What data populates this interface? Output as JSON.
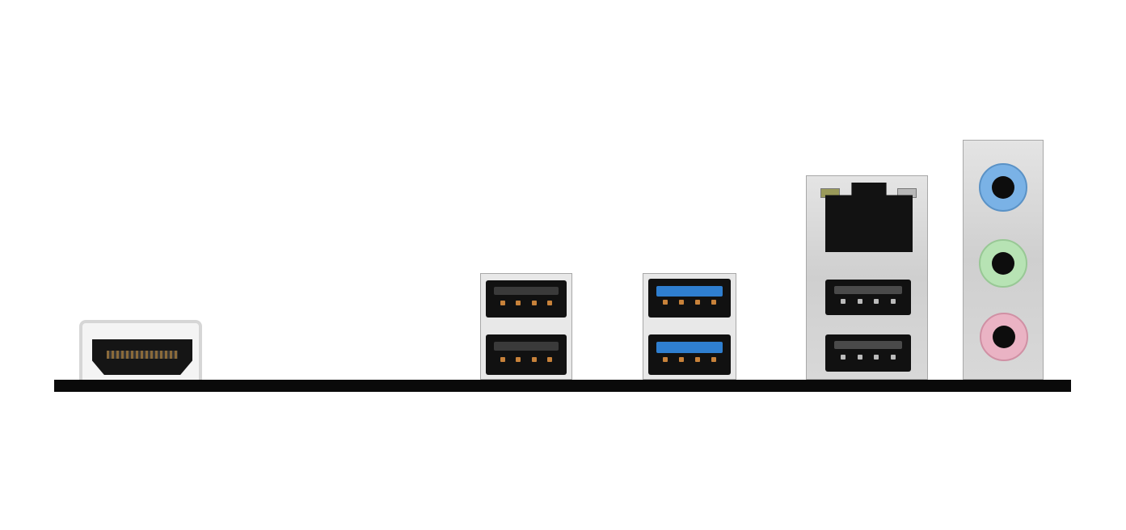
{
  "colors": {
    "background": "#ffffff",
    "base_bar": "#0a0a0a",
    "usb2_tongue": "#3a3a3a",
    "usb2_pins": "#c8823a",
    "usb3_tongue": "#2f7fd0",
    "usb3_pins": "#c8823a",
    "lan_usb_tongue": "#4a4a4a",
    "lan_usb_pins": "#bbbbbb",
    "audio_line_in": "#7ab2e6",
    "audio_line_out": "#b7e3b4",
    "audio_mic_in": "#eab3c4",
    "led_left": "#9a9a5a",
    "led_right": "#b8b8b8"
  },
  "ports": {
    "hdmi": "hdmi-port",
    "usb2": [
      "usb2-port-top",
      "usb2-port-bottom"
    ],
    "usb3": [
      "usb3-port-top",
      "usb3-port-bottom"
    ],
    "lan": "rj45-port",
    "lan_usb": [
      "usb-port-top",
      "usb-port-bottom"
    ],
    "audio": [
      "line-in-jack",
      "line-out-jack",
      "mic-in-jack"
    ]
  }
}
